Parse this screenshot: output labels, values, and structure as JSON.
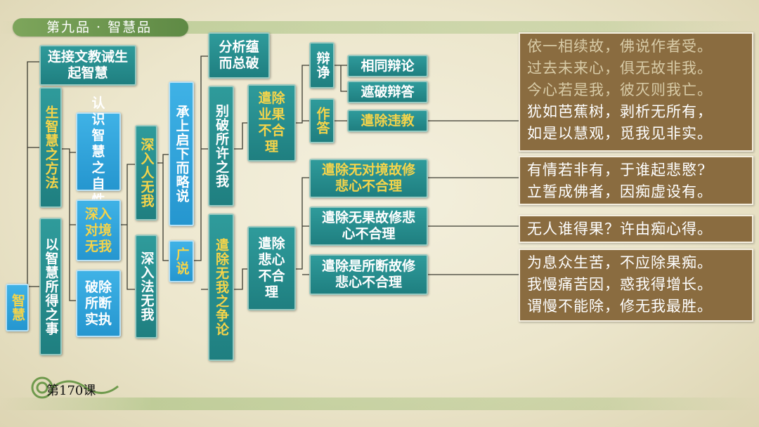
{
  "slide": {
    "title": "第九品 · 智慧品",
    "lesson": "第170课"
  },
  "nodes": {
    "root": "智慧",
    "a1": "连接文教诫生起智慧",
    "a2": "生智慧之方法",
    "a3": "以智慧所得之事",
    "b1": "认识智慧之自性",
    "b2": "深入对境无我",
    "b3": "破除所断实执",
    "c1": "深入人无我",
    "c2": "深入法无我",
    "d1": "承上启下而略说",
    "d2": "广说",
    "e1": "分析蕴而总破",
    "e2": "别破所许之我",
    "e3": "遣除无我之争论",
    "f1": "遣除业果不合理",
    "f2": "遣除悲心不合理",
    "g1": "辩诤",
    "g2": "作答",
    "g3": "遣除无对境故修悲心不合理",
    "g4": "遣除无果故修悲心不合理",
    "g5": "遣除是所断故修悲心不合理",
    "h1": "相同辩论",
    "h2": "遮破辩答",
    "h3": "遣除违教"
  },
  "verses": {
    "v1_dim": [
      "依一相续故，佛说作者受。",
      "过去未来心，俱无故非我。",
      "今心若是我，彼灭则我亡。"
    ],
    "v1": [
      "犹如芭蕉树，剥析无所有，",
      "如是以慧观，觅我见非实。"
    ],
    "v2": [
      "有情若非有，于谁起悲愍?",
      "立誓成佛者，因痴虚设有。"
    ],
    "v3": [
      "无人谁得果？许由痴心得。"
    ],
    "v4": [
      "为息众生苦，不应除果痴。",
      "我慢痛苦因，惑我得增长。",
      "谓慢不能除，修无我最胜。"
    ]
  },
  "colors": {
    "teal": "#1f7f80",
    "blue": "#2596cf",
    "green": "#3c8a34",
    "yellow_text": "#f5d44a",
    "verse_bg": "#8a6c40"
  }
}
